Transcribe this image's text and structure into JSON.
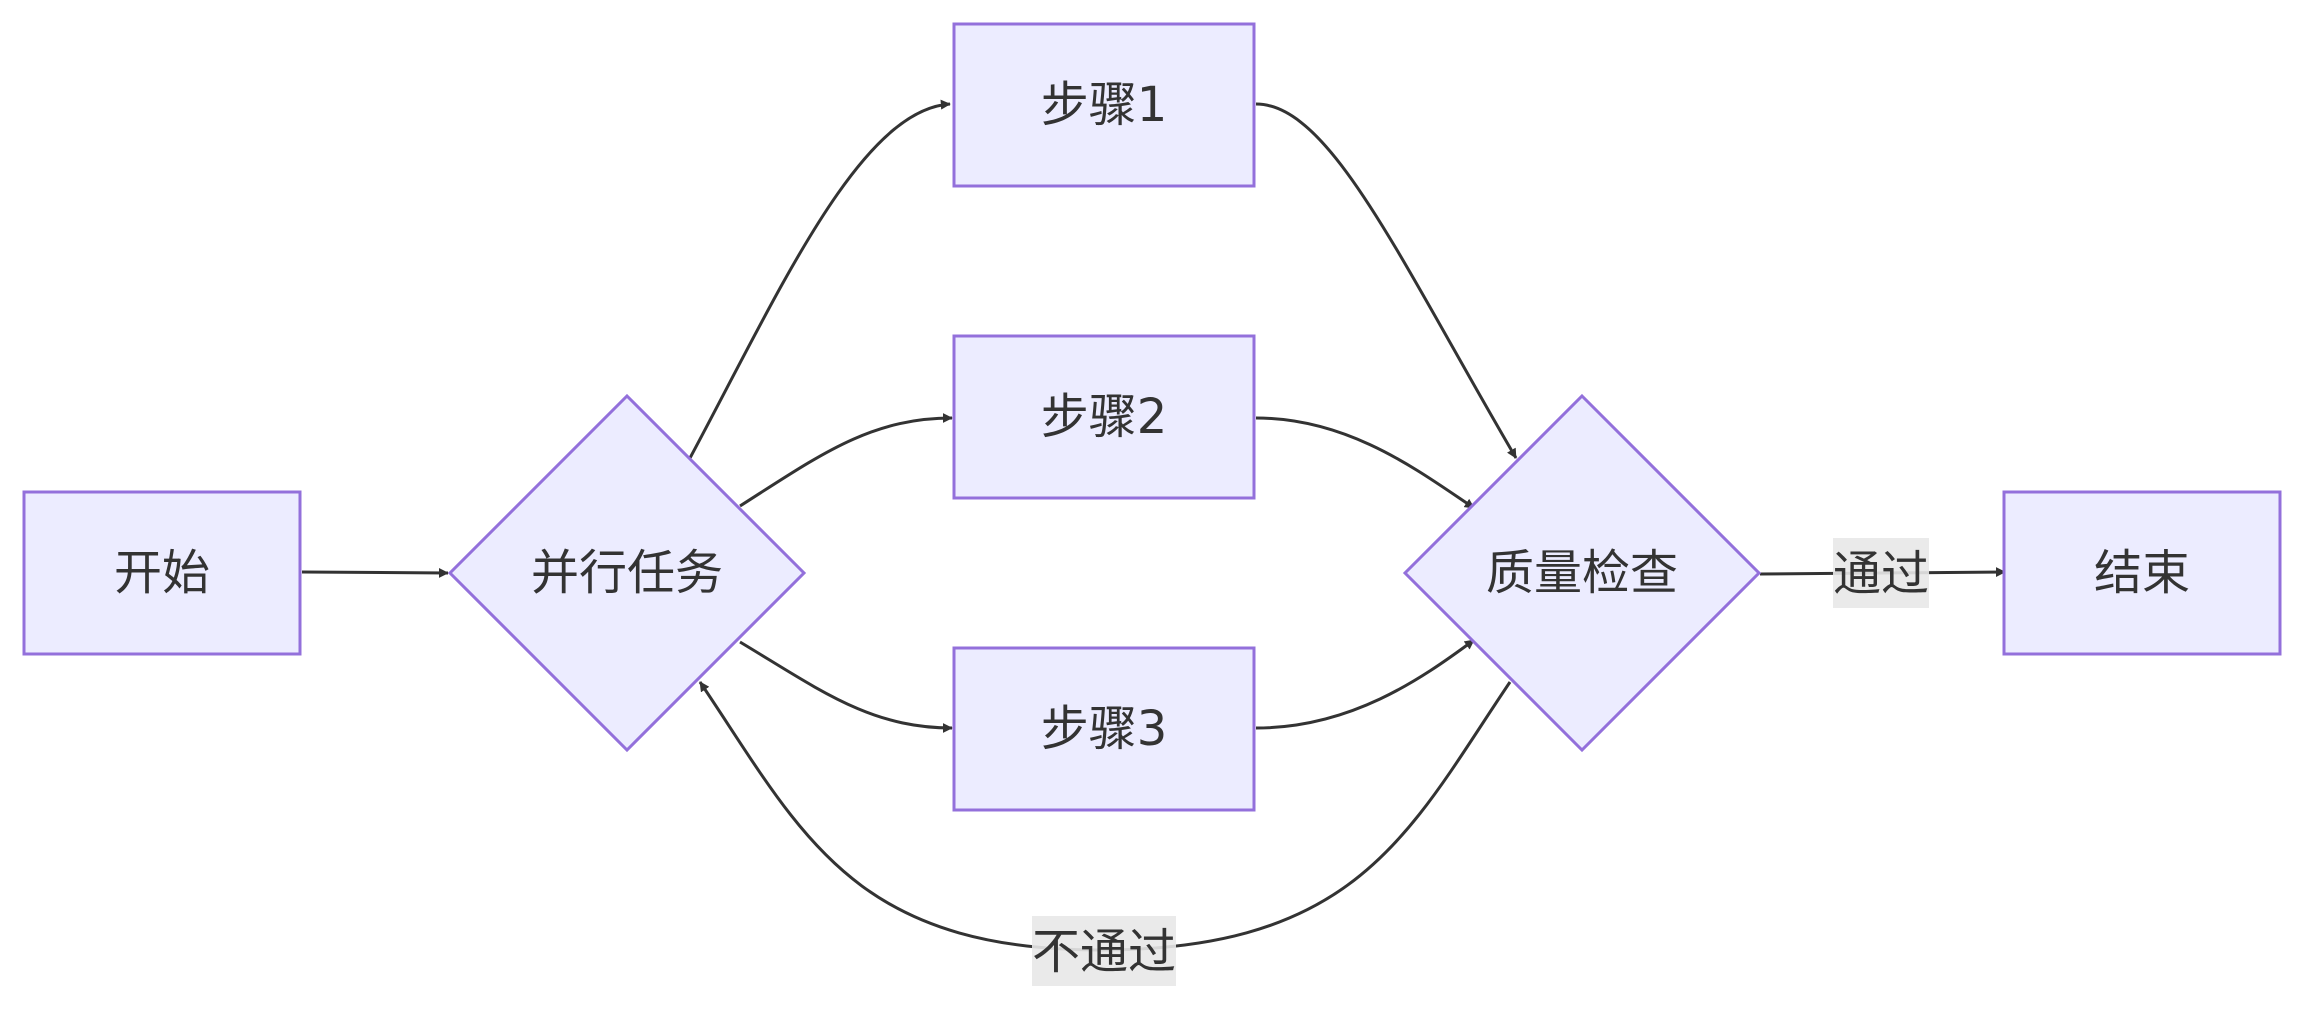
{
  "diagram": {
    "type": "flowchart",
    "direction": "LR",
    "nodes": {
      "start": {
        "label": "开始",
        "shape": "rect"
      },
      "parallel": {
        "label": "并行任务",
        "shape": "diamond"
      },
      "step1": {
        "label": "步骤1",
        "shape": "rect"
      },
      "step2": {
        "label": "步骤2",
        "shape": "rect"
      },
      "step3": {
        "label": "步骤3",
        "shape": "rect"
      },
      "qc": {
        "label": "质量检查",
        "shape": "diamond"
      },
      "end": {
        "label": "结束",
        "shape": "rect"
      }
    },
    "edges": [
      {
        "from": "start",
        "to": "parallel",
        "label": ""
      },
      {
        "from": "parallel",
        "to": "step1",
        "label": ""
      },
      {
        "from": "parallel",
        "to": "step2",
        "label": ""
      },
      {
        "from": "parallel",
        "to": "step3",
        "label": ""
      },
      {
        "from": "step1",
        "to": "qc",
        "label": ""
      },
      {
        "from": "step2",
        "to": "qc",
        "label": ""
      },
      {
        "from": "step3",
        "to": "qc",
        "label": ""
      },
      {
        "from": "qc",
        "to": "end",
        "label": "通过"
      },
      {
        "from": "qc",
        "to": "parallel",
        "label": "不通过"
      }
    ],
    "colors": {
      "node_fill": "#ECECFF",
      "node_stroke": "#9370DB",
      "edge": "#333333",
      "label_bg": "#E8E8E8",
      "text": "#333333"
    }
  }
}
